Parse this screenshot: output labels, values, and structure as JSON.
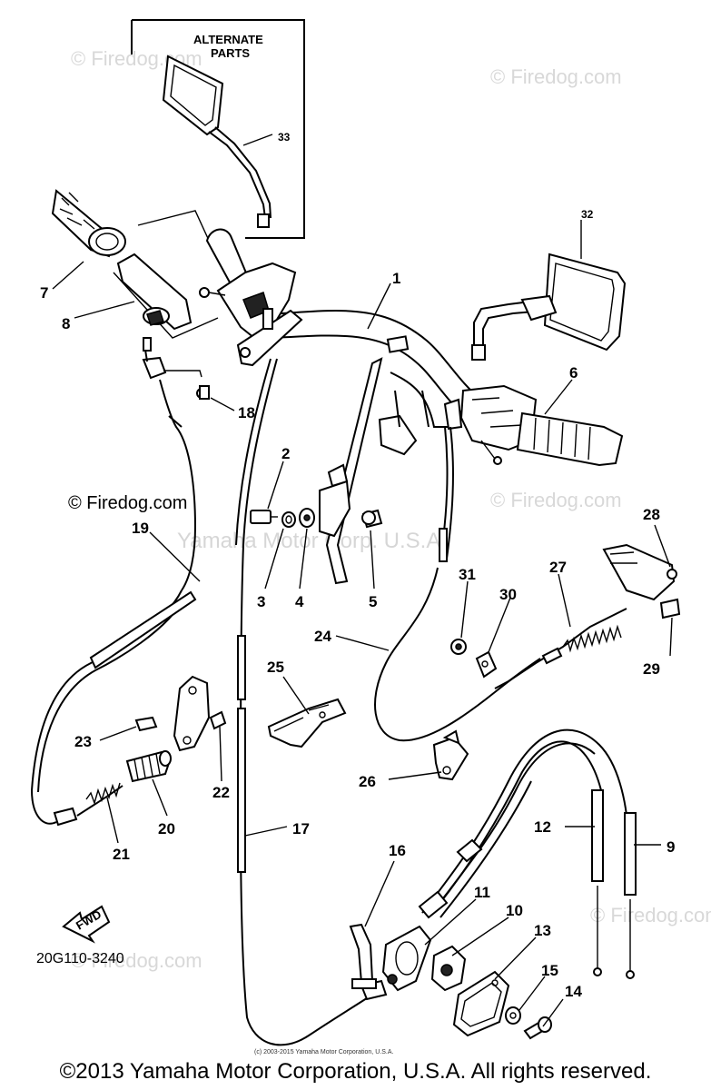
{
  "watermarks": {
    "firedog_url": "Firedog.com",
    "firedog_copy": "© Firedog.com",
    "corp": "Yamaha Motor Corp. U.S.A."
  },
  "inset": {
    "title_line1": "ALTERNATE",
    "title_line2": "PARTS"
  },
  "callouts": {
    "c1": "1",
    "c2": "2",
    "c3": "3",
    "c4": "4",
    "c5": "5",
    "c6": "6",
    "c7": "7",
    "c8": "8",
    "c9": "9",
    "c10": "10",
    "c11": "11",
    "c12": "12",
    "c13": "13",
    "c14": "14",
    "c15": "15",
    "c16": "16",
    "c17": "17",
    "c18": "18",
    "c19": "19",
    "c20": "20",
    "c21": "21",
    "c22": "22",
    "c23": "23",
    "c24": "24",
    "c25": "25",
    "c26": "26",
    "c27": "27",
    "c28": "28",
    "c29": "29",
    "c30": "30",
    "c31": "31",
    "c32": "32",
    "c33": "33"
  },
  "fwd_label": "FWD",
  "diagram_code": "20G110-3240",
  "small_credit": "(c) 2003-2015 Yamaha Motor Corporation, U.S.A.",
  "footer": "©2013 Yamaha Motor Corporation, U.S.A. All rights reserved."
}
